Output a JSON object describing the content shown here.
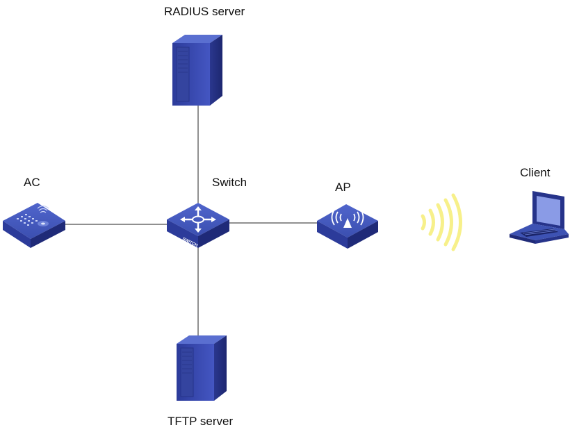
{
  "diagram": {
    "nodes": {
      "radius_server": {
        "label": "RADIUS server",
        "icon": "server-icon"
      },
      "switch": {
        "label": "Switch",
        "badge": "SWITCH",
        "icon": "switch-icon"
      },
      "ac": {
        "label": "AC",
        "icon": "access-controller-icon"
      },
      "ap": {
        "label": "AP",
        "icon": "access-point-icon"
      },
      "client": {
        "label": "Client",
        "icon": "laptop-icon"
      },
      "tftp_server": {
        "label": "TFTP server",
        "icon": "server-icon"
      }
    },
    "links": [
      {
        "from": "RADIUS server",
        "to": "Switch",
        "type": "wired"
      },
      {
        "from": "AC",
        "to": "Switch",
        "type": "wired"
      },
      {
        "from": "Switch",
        "to": "AP",
        "type": "wired"
      },
      {
        "from": "Switch",
        "to": "TFTP server",
        "type": "wired"
      },
      {
        "from": "AP",
        "to": "Client",
        "type": "wireless"
      }
    ],
    "colors": {
      "device_top": "#3d52b3",
      "device_side": "#26338a",
      "device_dark": "#1c2566",
      "wireless_signal": "#f7f08a",
      "link": "#222222"
    }
  }
}
